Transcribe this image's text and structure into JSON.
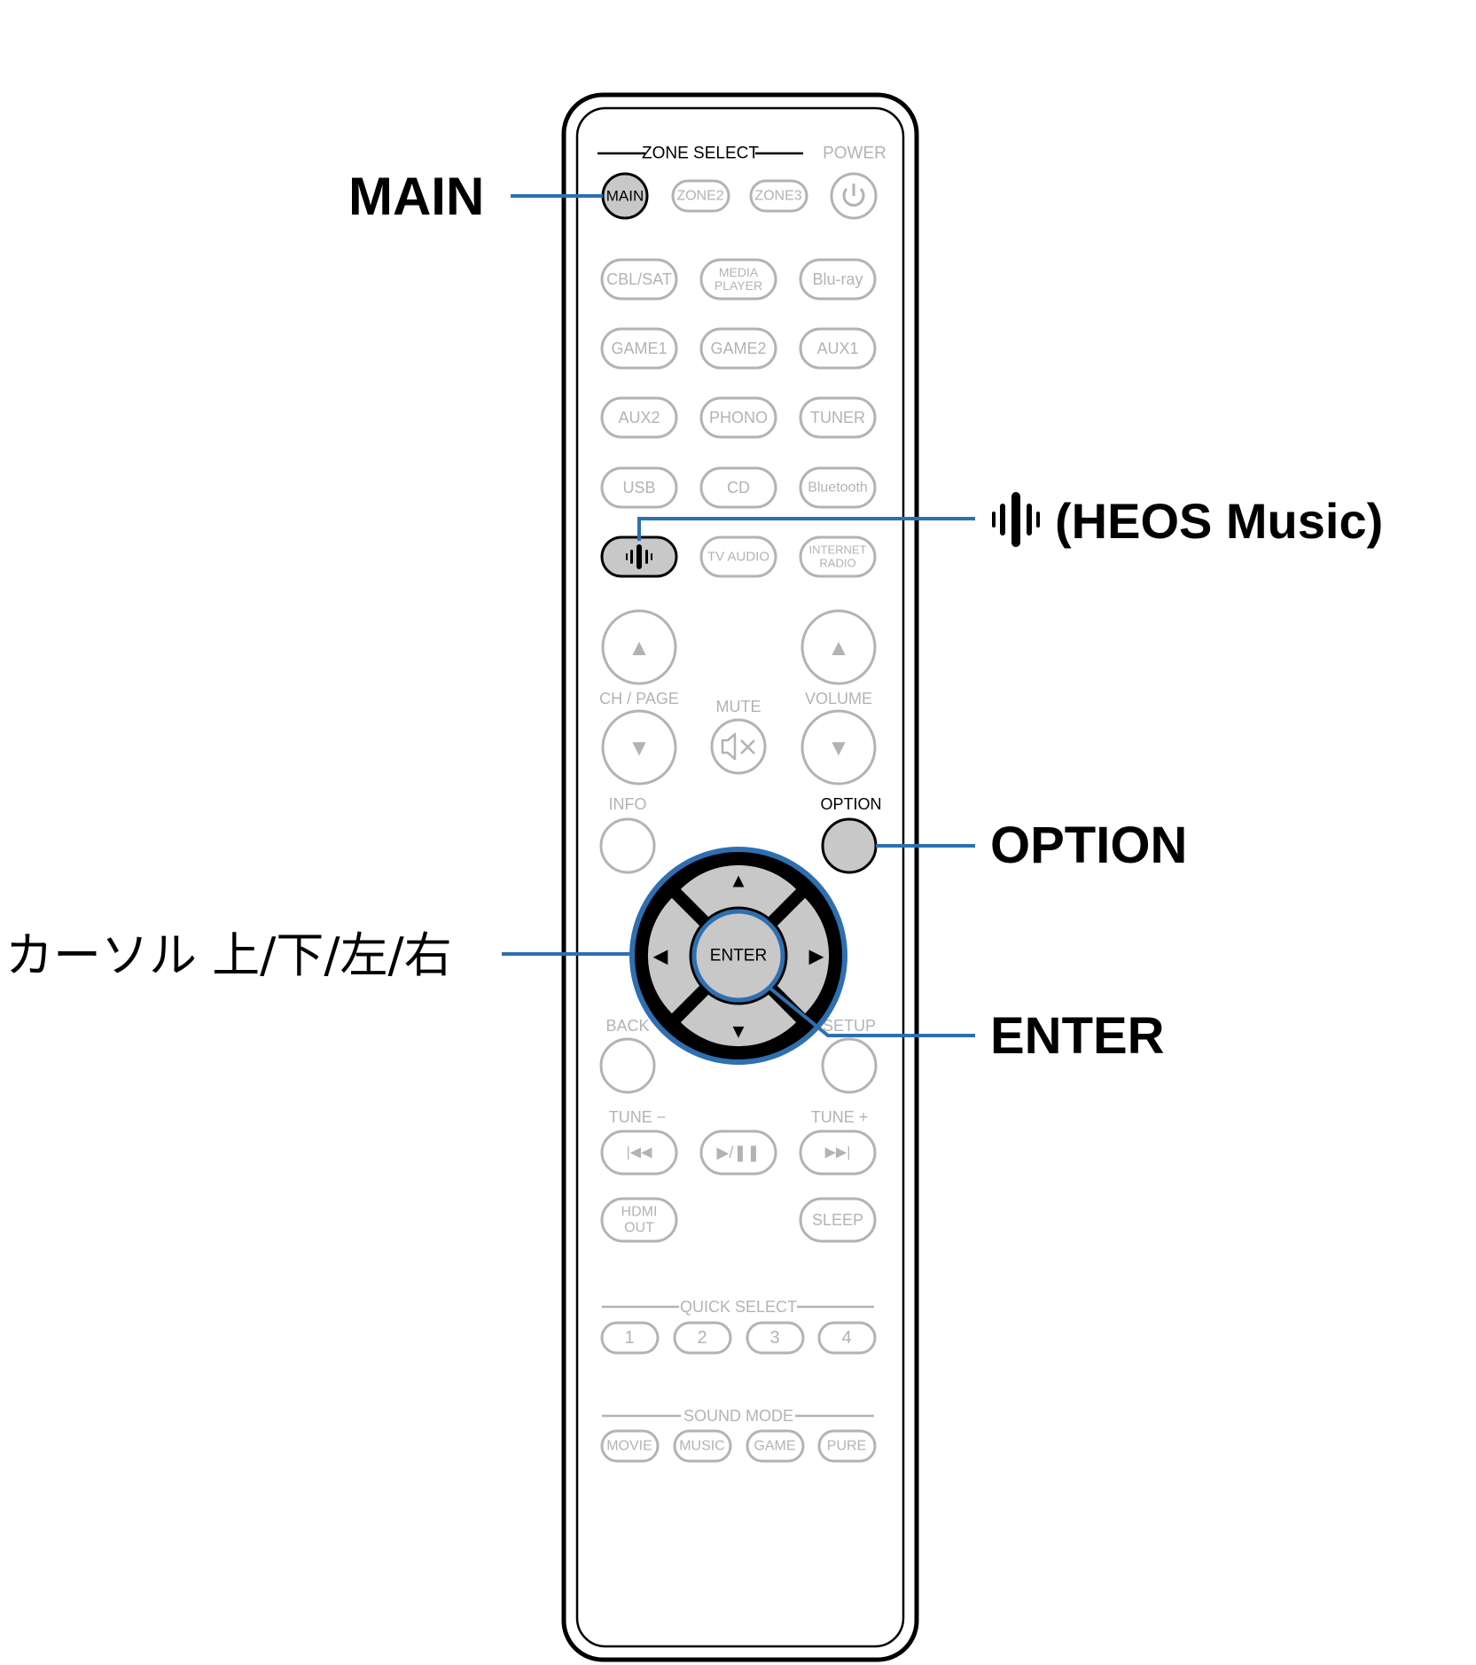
{
  "callouts": {
    "main": "MAIN",
    "heos": "(HEOS Music)",
    "option": "OPTION",
    "cursor": "カーソル 上/下/左/右",
    "enter": "ENTER"
  },
  "sections": {
    "zone_select": "ZONE SELECT",
    "power": "POWER",
    "quick_select": "QUICK SELECT",
    "sound_mode": "SOUND MODE"
  },
  "zone_buttons": {
    "main": "MAIN",
    "zone2": "ZONE2",
    "zone3": "ZONE3"
  },
  "source_buttons": {
    "cbl_sat": "CBL/SAT",
    "media_player_1": "MEDIA",
    "media_player_2": "PLAYER",
    "bluray": "Blu-ray",
    "game1": "GAME1",
    "game2": "GAME2",
    "aux1": "AUX1",
    "aux2": "AUX2",
    "phono": "PHONO",
    "tuner": "TUNER",
    "usb": "USB",
    "cd": "CD",
    "bluetooth": "Bluetooth",
    "tv_audio": "TV AUDIO",
    "internet_radio_1": "INTERNET",
    "internet_radio_2": "RADIO"
  },
  "control_labels": {
    "ch_page": "CH / PAGE",
    "mute": "MUTE",
    "volume": "VOLUME",
    "info": "INFO",
    "option": "OPTION",
    "enter": "ENTER",
    "back": "BACK",
    "setup": "SETUP",
    "tune_minus": "TUNE −",
    "tune_plus": "TUNE +",
    "hdmi_out_1": "HDMI",
    "hdmi_out_2": "OUT",
    "sleep": "SLEEP"
  },
  "glyphs": {
    "up": "▲",
    "down": "▼",
    "left": "◀",
    "right": "▶",
    "prev": "|◀◀",
    "play_pause": "▶/❚❚",
    "next": "▶▶|"
  },
  "quick_select": [
    "1",
    "2",
    "3",
    "4"
  ],
  "sound_modes": [
    "MOVIE",
    "MUSIC",
    "GAME",
    "PURE"
  ],
  "colors": {
    "leader": "#2e6fb0",
    "active_button": "#c8c8c8",
    "inactive": "#b3b3b3"
  }
}
